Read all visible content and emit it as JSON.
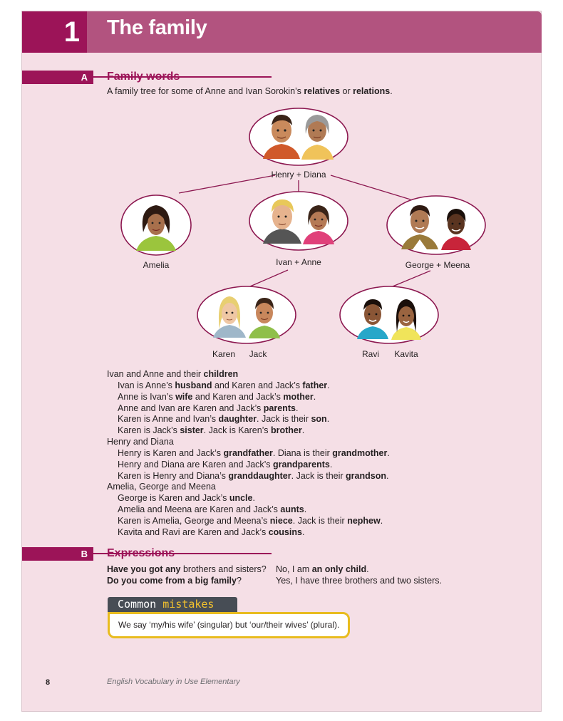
{
  "header": {
    "number": "1",
    "title": "The family"
  },
  "section_a": {
    "letter": "A",
    "title": "Family words",
    "intro": [
      {
        "t": "A family tree for some of Anne and Ivan Sorokin’s "
      },
      {
        "t": "relatives",
        "b": true
      },
      {
        "t": " or "
      },
      {
        "t": "relations",
        "b": true
      },
      {
        "t": "."
      }
    ],
    "tree_labels": {
      "grandparents": "Henry + Diana",
      "amelia": "Amelia",
      "parents": "Ivan + Anne",
      "uncle_aunt": "George + Meena",
      "karen": "Karen",
      "jack": "Jack",
      "ravi": "Ravi",
      "kavita": "Kavita"
    },
    "lines": [
      {
        "indent": false,
        "parts": [
          {
            "t": "Ivan and Anne and their "
          },
          {
            "t": "children",
            "b": true
          }
        ]
      },
      {
        "indent": true,
        "parts": [
          {
            "t": "Ivan is Anne’s "
          },
          {
            "t": "husband",
            "b": true
          },
          {
            "t": " and Karen and Jack’s "
          },
          {
            "t": "father",
            "b": true
          },
          {
            "t": "."
          }
        ]
      },
      {
        "indent": true,
        "parts": [
          {
            "t": "Anne is Ivan’s "
          },
          {
            "t": "wife",
            "b": true
          },
          {
            "t": " and Karen and Jack’s "
          },
          {
            "t": "mother",
            "b": true
          },
          {
            "t": "."
          }
        ]
      },
      {
        "indent": true,
        "parts": [
          {
            "t": "Anne and Ivan are Karen and Jack’s "
          },
          {
            "t": "parents",
            "b": true
          },
          {
            "t": "."
          }
        ]
      },
      {
        "indent": true,
        "parts": [
          {
            "t": "Karen is Anne and Ivan’s "
          },
          {
            "t": "daughter",
            "b": true
          },
          {
            "t": ". Jack is their "
          },
          {
            "t": "son",
            "b": true
          },
          {
            "t": "."
          }
        ]
      },
      {
        "indent": true,
        "parts": [
          {
            "t": "Karen is Jack’s "
          },
          {
            "t": "sister",
            "b": true
          },
          {
            "t": ". Jack is Karen’s "
          },
          {
            "t": "brother",
            "b": true
          },
          {
            "t": "."
          }
        ]
      },
      {
        "indent": false,
        "parts": [
          {
            "t": "Henry and Diana"
          }
        ]
      },
      {
        "indent": true,
        "parts": [
          {
            "t": "Henry is Karen and Jack’s "
          },
          {
            "t": "grandfather",
            "b": true
          },
          {
            "t": ". Diana is their "
          },
          {
            "t": "grandmother",
            "b": true
          },
          {
            "t": "."
          }
        ]
      },
      {
        "indent": true,
        "parts": [
          {
            "t": "Henry and Diana are Karen and Jack’s "
          },
          {
            "t": "grandparents",
            "b": true
          },
          {
            "t": "."
          }
        ]
      },
      {
        "indent": true,
        "parts": [
          {
            "t": "Karen is Henry and Diana’s "
          },
          {
            "t": "granddaughter",
            "b": true
          },
          {
            "t": ". Jack is their "
          },
          {
            "t": "grandson",
            "b": true
          },
          {
            "t": "."
          }
        ]
      },
      {
        "indent": false,
        "parts": [
          {
            "t": "Amelia, George and Meena"
          }
        ]
      },
      {
        "indent": true,
        "parts": [
          {
            "t": "George is Karen and Jack’s "
          },
          {
            "t": "uncle",
            "b": true
          },
          {
            "t": "."
          }
        ]
      },
      {
        "indent": true,
        "parts": [
          {
            "t": "Amelia and Meena are Karen and Jack’s "
          },
          {
            "t": "aunts",
            "b": true
          },
          {
            "t": "."
          }
        ]
      },
      {
        "indent": true,
        "parts": [
          {
            "t": "Karen is Amelia, George and Meena’s "
          },
          {
            "t": "niece",
            "b": true
          },
          {
            "t": ". Jack is their "
          },
          {
            "t": "nephew",
            "b": true
          },
          {
            "t": "."
          }
        ]
      },
      {
        "indent": true,
        "parts": [
          {
            "t": "Kavita and Ravi are Karen and Jack’s "
          },
          {
            "t": "cousins",
            "b": true
          },
          {
            "t": "."
          }
        ]
      }
    ]
  },
  "section_b": {
    "letter": "B",
    "title": "Expressions",
    "left": [
      [
        {
          "t": "Have you got any",
          "b": true
        },
        {
          "t": " brothers and sisters?"
        }
      ],
      [
        {
          "t": "Do you come from a big family",
          "b": true
        },
        {
          "t": "?"
        }
      ]
    ],
    "right": [
      [
        {
          "t": "No, I am "
        },
        {
          "t": "an only child",
          "b": true
        },
        {
          "t": "."
        }
      ],
      [
        {
          "t": "Yes, I have three brothers and two sisters."
        }
      ]
    ]
  },
  "common_mistakes": {
    "word1": "Common",
    "word2": "mistakes",
    "text": "We say ‘my/his wife’ (singular) but ‘our/their wives’ (plural)."
  },
  "footer": {
    "page_number": "8",
    "book_title": "English Vocabulary in Use Elementary"
  },
  "colors": {
    "accent": "#9c1458",
    "header_band": "#b2537f",
    "page_bg": "#f5dfe6",
    "callout_border": "#e8bc1f"
  }
}
